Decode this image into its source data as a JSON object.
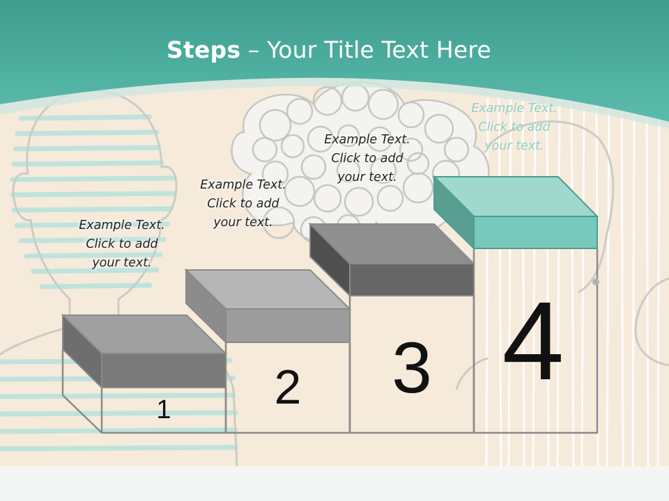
{
  "slide": {
    "title_bold": "Steps",
    "title_rest": " – Your Title Text Here"
  },
  "steps": [
    {
      "number": "1",
      "line1": "Example Text.",
      "line2": "Click  to add",
      "line3": "your text."
    },
    {
      "number": "2",
      "line1": "Example Text.",
      "line2": "Click  to add",
      "line3": "your text."
    },
    {
      "number": "3",
      "line1": "Example Text.",
      "line2": "Click  to add",
      "line3": "your text."
    },
    {
      "number": "4",
      "line1": "Example Text.",
      "line2": "Click  to add",
      "line3": "your text."
    }
  ],
  "colors": {
    "header_teal": "#4fae9e",
    "background_cream": "#f7ebdd",
    "block_gray": "#8a8a8a",
    "block_teal": "#7fd0c2",
    "outline_gray": "#7a7a7a"
  }
}
